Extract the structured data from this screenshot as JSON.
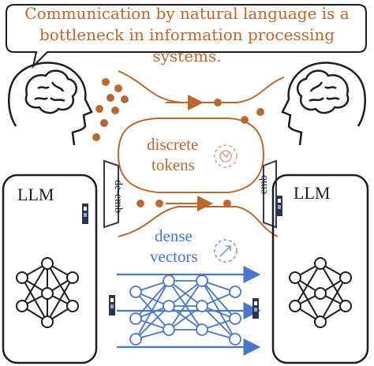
{
  "caption": {
    "line1": "Communication by natural language is a",
    "line2": "bottleneck in information processing systems."
  },
  "labels": {
    "discrete": "discrete",
    "tokens": "tokens",
    "dense": "dense",
    "vectors": "vectors",
    "llm_left": "LLM",
    "llm_right": "LLM",
    "de_emb": "de-emb",
    "emb": "emb"
  },
  "icons": [
    "brain-head-icon",
    "gear-icon",
    "neural-network-icon"
  ],
  "colors": {
    "token_orange": "#b9692f",
    "caption_orange": "#c0652a",
    "vector_blue": "#4a76c9",
    "dark": "#1d1d1d"
  }
}
